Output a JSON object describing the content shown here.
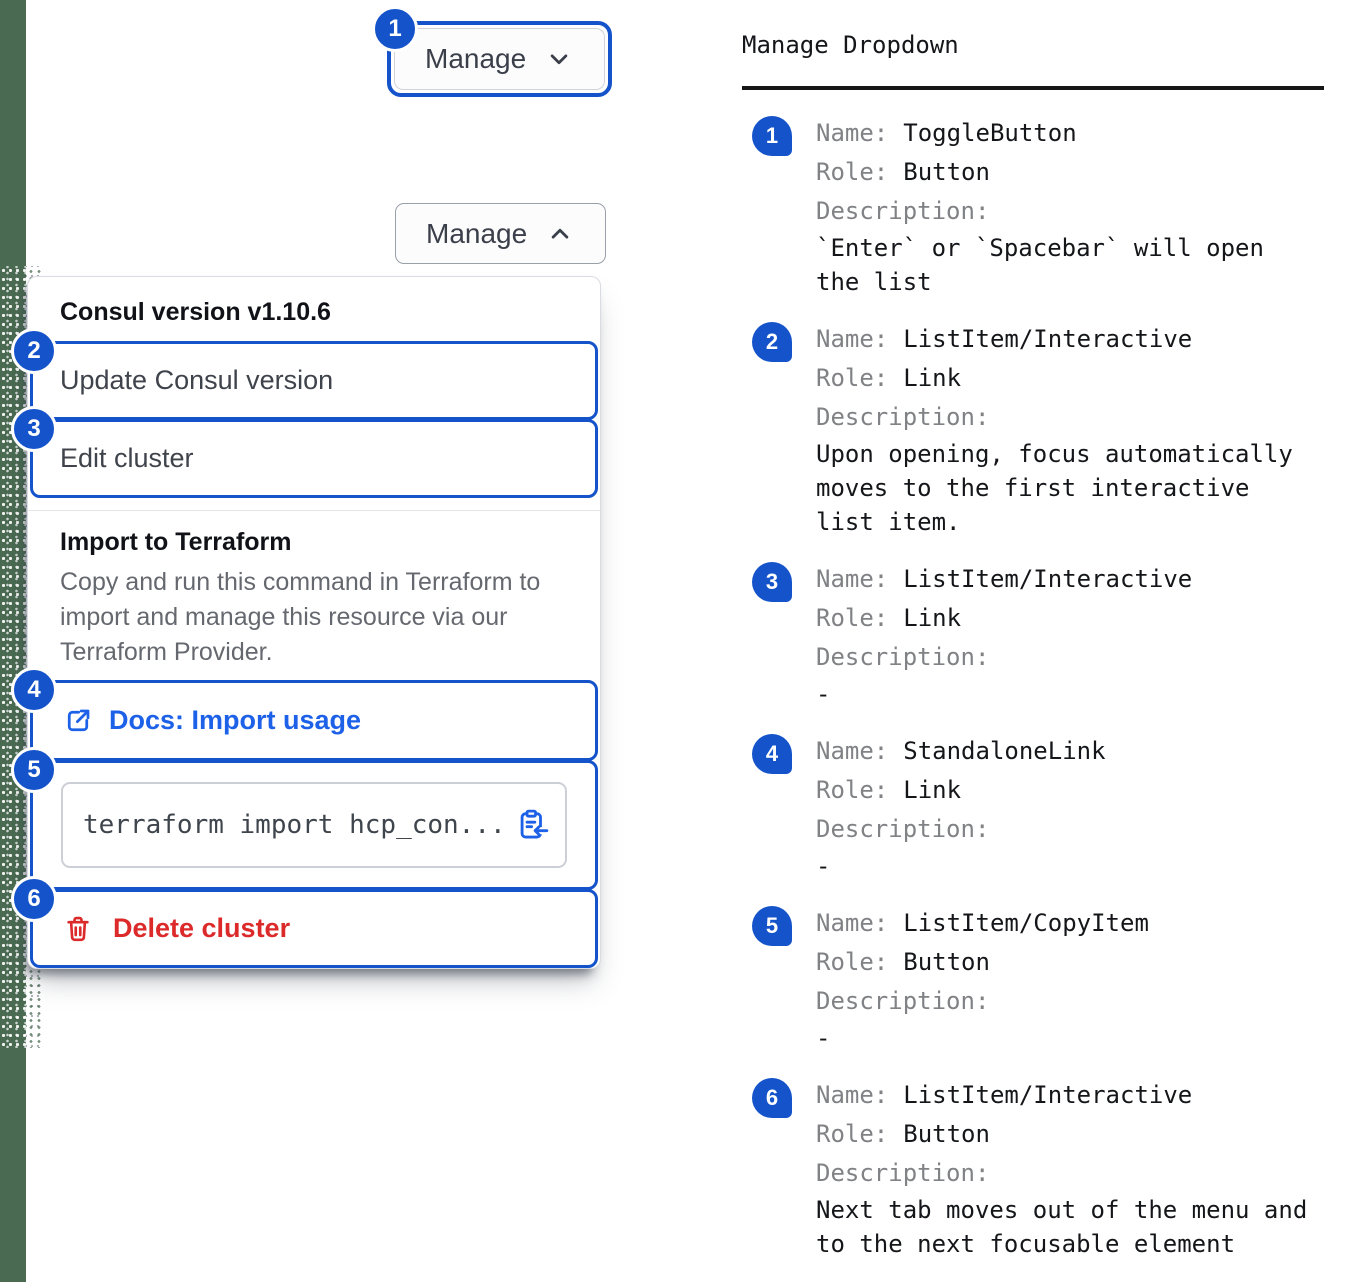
{
  "colors": {
    "accent_blue": "#1553cb",
    "link_blue": "#1c61e8",
    "danger_red": "#dc2a2a",
    "edge_bar_green": "#4a6b51"
  },
  "toggle": {
    "label": "Manage",
    "badge": "1"
  },
  "expanded_toggle": {
    "label": "Manage"
  },
  "menu": {
    "version_header": "Consul version v1.10.6",
    "update_item": {
      "badge": "2",
      "label": "Update Consul version"
    },
    "edit_item": {
      "badge": "3",
      "label": "Edit cluster"
    },
    "import_title": "Import to Terraform",
    "import_description": "Copy and run this command in Terraform to import and manage this resource via our Terraform Provider.",
    "docs_link": {
      "badge": "4",
      "label": "Docs: Import usage"
    },
    "copy_item": {
      "badge": "5",
      "code": "terraform import hcp_con..."
    },
    "delete_item": {
      "badge": "6",
      "label": "Delete cluster"
    }
  },
  "spec": {
    "title": "Manage Dropdown",
    "labels": {
      "name": "Name:",
      "role": "Role:",
      "description": "Description:"
    },
    "entries": [
      {
        "num": "1",
        "name": "ToggleButton",
        "role": "Button",
        "description": "`Enter` or `Spacebar` will open the list"
      },
      {
        "num": "2",
        "name": "ListItem/Interactive",
        "role": "Link",
        "description": "Upon opening, focus automatically moves to the first interactive list item."
      },
      {
        "num": "3",
        "name": "ListItem/Interactive",
        "role": "Link",
        "description": "-"
      },
      {
        "num": "4",
        "name": "StandaloneLink",
        "role": "Link",
        "description": "-"
      },
      {
        "num": "5",
        "name": "ListItem/CopyItem",
        "role": "Button",
        "description": "-"
      },
      {
        "num": "6",
        "name": "ListItem/Interactive",
        "role": "Button",
        "description": "Next tab moves out of the menu and to the next focusable element"
      }
    ]
  }
}
